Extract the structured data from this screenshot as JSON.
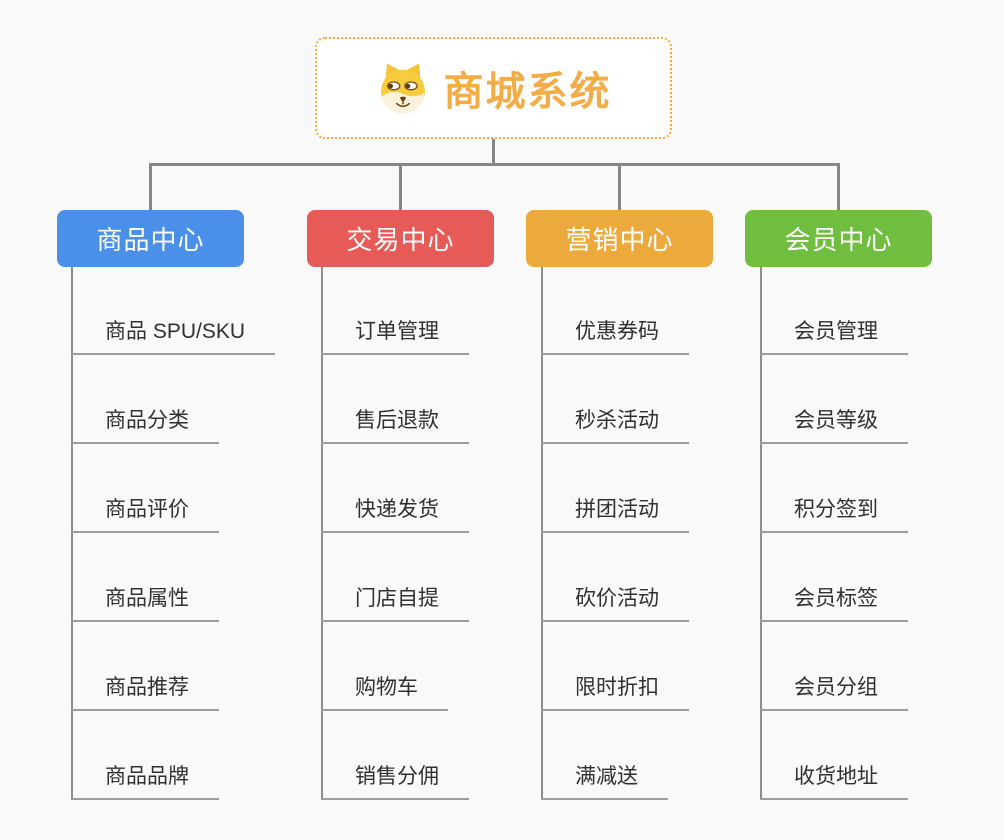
{
  "root": {
    "label": "商城系统",
    "icon": "doge-icon"
  },
  "branches": [
    {
      "label": "商品中心",
      "color": "#4a90e8",
      "items": [
        "商品 SPU/SKU",
        "商品分类",
        "商品评价",
        "商品属性",
        "商品推荐",
        "商品品牌"
      ]
    },
    {
      "label": "交易中心",
      "color": "#e65b57",
      "items": [
        "订单管理",
        "售后退款",
        "快递发货",
        "门店自提",
        "购物车",
        "销售分佣"
      ]
    },
    {
      "label": "营销中心",
      "color": "#ecaa3d",
      "items": [
        "优惠券码",
        "秒杀活动",
        "拼团活动",
        "砍价活动",
        "限时折扣",
        "满减送"
      ]
    },
    {
      "label": "会员中心",
      "color": "#70be3f",
      "items": [
        "会员管理",
        "会员等级",
        "积分签到",
        "会员标签",
        "会员分组",
        "收货地址"
      ]
    }
  ],
  "colors": {
    "root_accent": "#f2ac48",
    "root_border": "#f5ab40",
    "connector": "#868686",
    "leaf_text": "#303030",
    "leaf_line": "#9c9c9c",
    "background": "#f9f9f9"
  }
}
